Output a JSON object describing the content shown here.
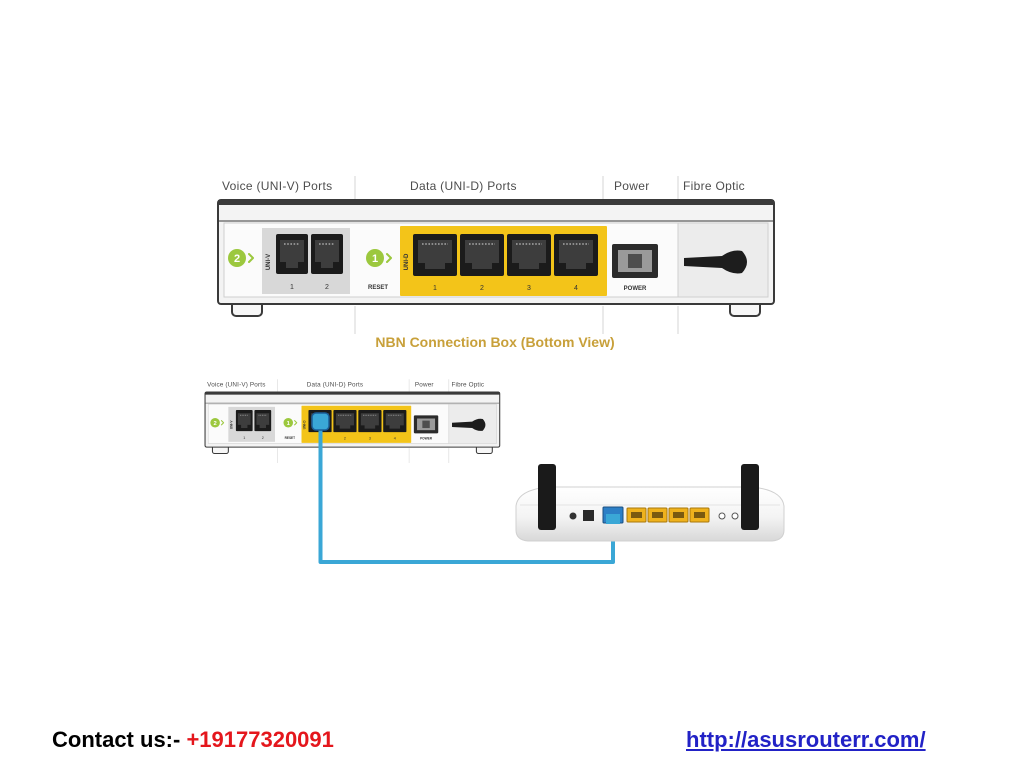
{
  "slide": {
    "diagram": {
      "section_labels": {
        "voice": "Voice (UNI-V) Ports",
        "data": "Data (UNI-D) Ports",
        "power": "Power",
        "fibre": "Fibre Optic"
      },
      "voice_panel_label": "UNI-V",
      "voice_step_badge": "2",
      "voice_port_numbers": [
        "1",
        "2"
      ],
      "reset_step_badge": "1",
      "reset_label": "RESET",
      "data_panel_label": "UNI-D",
      "data_port_numbers": [
        "1",
        "2",
        "3",
        "4"
      ],
      "power_port_label": "POWER",
      "caption": "NBN Connection Box (Bottom View)"
    },
    "footer": {
      "contact_label": "Contact us:- ",
      "phone": "+19177320091",
      "website": "http://asusrouterr.com/"
    }
  },
  "colors": {
    "badge_green": "#9cc83e",
    "data_panel_yellow": "#f3c419",
    "caption_gold": "#c8a03a",
    "cable_blue": "#3aa7d6",
    "router_wan_blue": "#2c7fc6",
    "router_lan_yellow": "#efb21d",
    "phone_red": "#e4161c",
    "link_blue": "#2222c6"
  },
  "icons": {
    "voice_port": "rj11-port-icon",
    "data_port": "rj45-port-icon",
    "power_port": "power-socket-icon",
    "fibre": "fibre-optic-cable-icon",
    "router": "wifi-router-icon"
  }
}
